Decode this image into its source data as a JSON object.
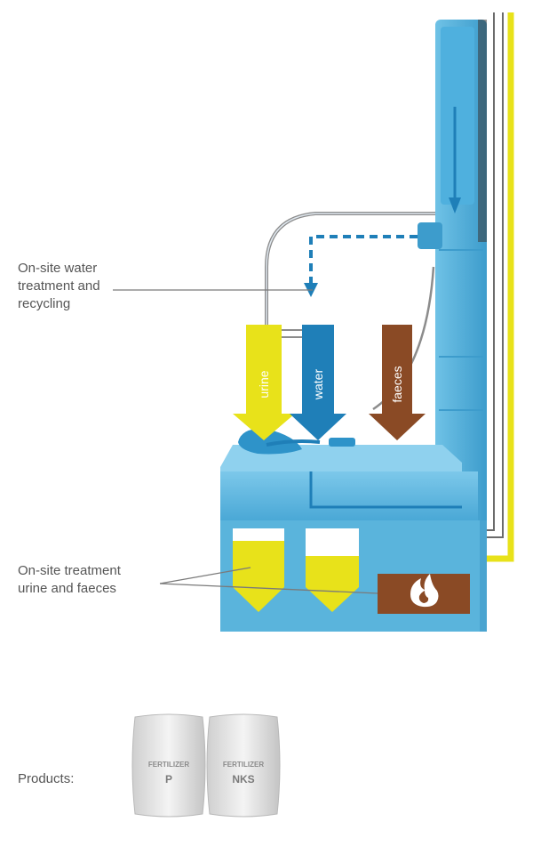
{
  "callouts": {
    "water_line1": "On-site water",
    "water_line2": "treatment and",
    "water_line3": "recycling",
    "treat_line1": "On-site treatment",
    "treat_line2": "urine and faeces"
  },
  "arrows": {
    "urine": "urine",
    "water": "water",
    "faeces": "faeces"
  },
  "products": {
    "label": "Products:",
    "bag1_top": "FERTILIZER",
    "bag1_main": "P",
    "bag2_top": "FERTILIZER",
    "bag2_main": "NKS"
  },
  "colors": {
    "toilet_blue": "#5ab4dc",
    "dark_blue": "#1f7fb8",
    "urine_yellow": "#e8e21a",
    "faeces_brown": "#8a4a25",
    "flame": "#ffffff"
  },
  "icons": {
    "flame": "fire-icon"
  }
}
